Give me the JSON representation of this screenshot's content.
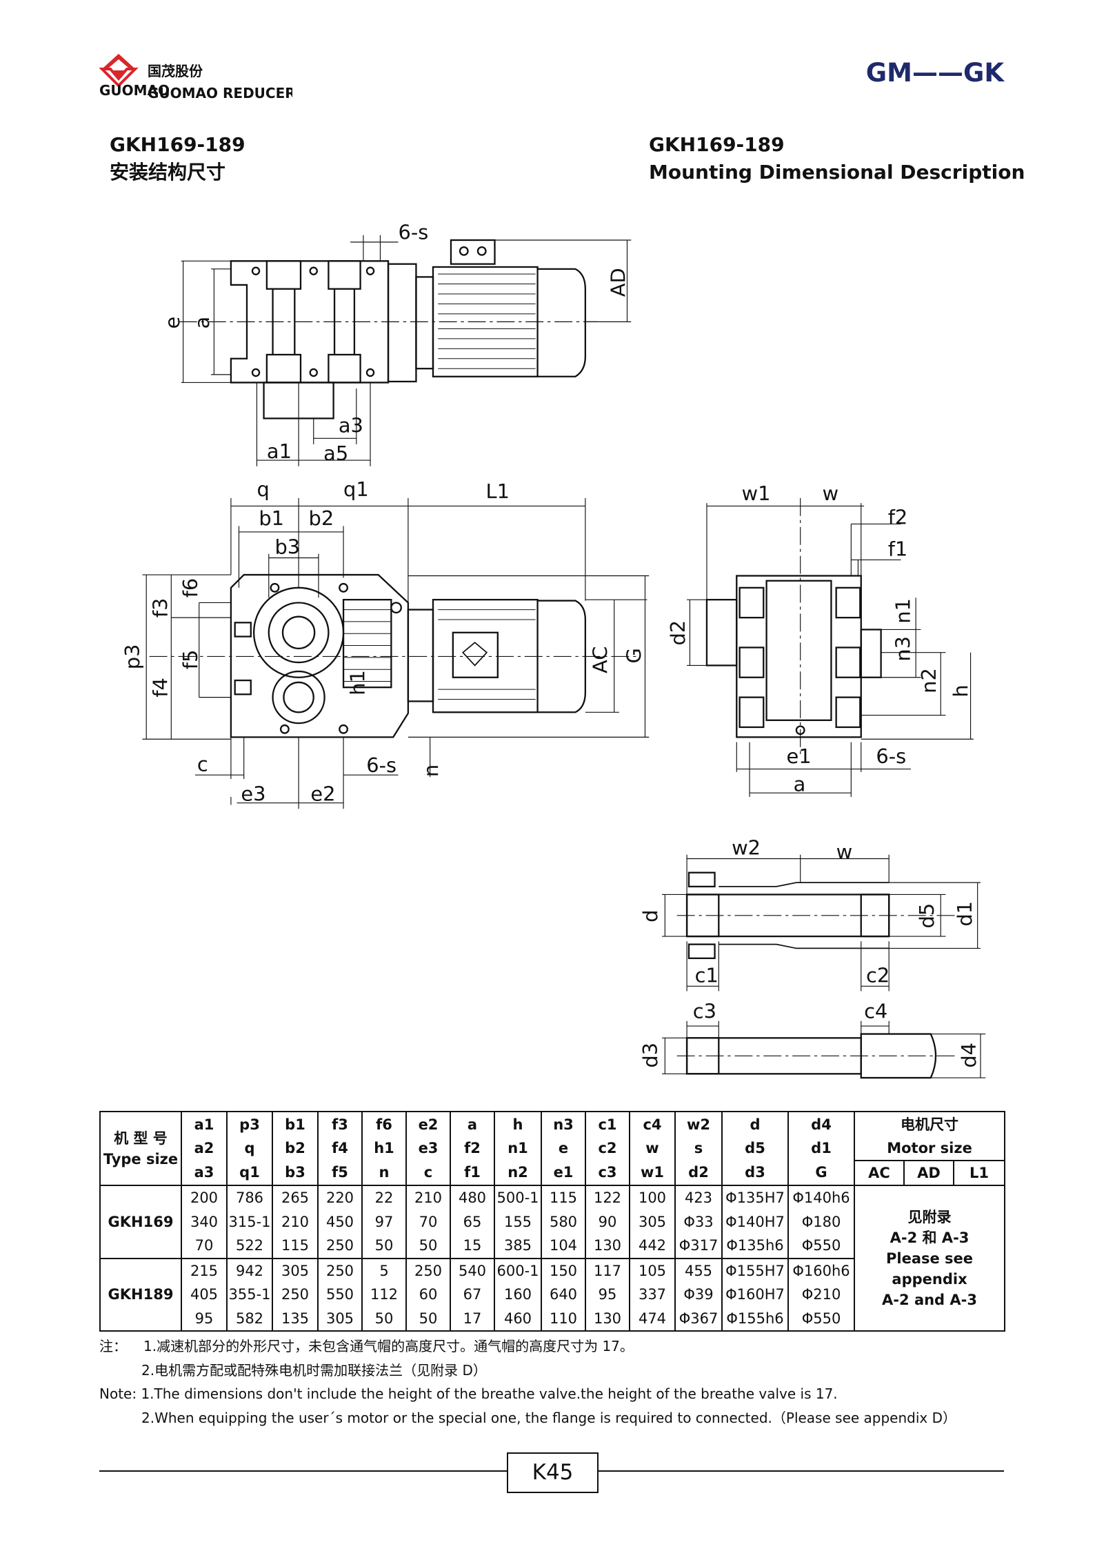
{
  "header": {
    "logo_text_cn": "国茂股份",
    "logo_text_en": "GUOMAO REDUCER",
    "logo_mark_text": "GUOMAO",
    "series": "GM——GK"
  },
  "titles": {
    "left_model": "GKH169-189",
    "left_desc": "安装结构尺寸",
    "right_model": "GKH169-189",
    "right_desc": "Mounting Dimensional Description"
  },
  "drawing_labels": {
    "top": {
      "s6": "6-s",
      "AD": "AD",
      "e": "e",
      "a": "a",
      "a3": "a3",
      "a1": "a1",
      "a5": "a5"
    },
    "front": {
      "q": "q",
      "q1": "q1",
      "L1": "L1",
      "b1": "b1",
      "b2": "b2",
      "b3": "b3",
      "f3": "f3",
      "f6": "f6",
      "p3": "p3",
      "f5": "f5",
      "f4": "f4",
      "h1": "h1",
      "AC": "AC",
      "G": "G",
      "c": "c",
      "s6": "6-s",
      "n": "n",
      "e3": "e3",
      "e2": "e2"
    },
    "side": {
      "w1": "w1",
      "w": "w",
      "f2": "f2",
      "f1": "f1",
      "d2": "d2",
      "n1": "n1",
      "n3": "n3",
      "n2": "n2",
      "h": "h",
      "e1": "e1",
      "s6": "6-s",
      "a": "a"
    },
    "shaft": {
      "w2": "w2",
      "w": "w",
      "d": "d",
      "d5": "d5",
      "d1": "d1",
      "c1": "c1",
      "c2": "c2",
      "c3": "c3",
      "c4": "c4",
      "d3": "d3",
      "d4": "d4"
    }
  },
  "table": {
    "type_header": [
      "机 型 号",
      "Type size"
    ],
    "columns": [
      [
        "a1",
        "a2",
        "a3"
      ],
      [
        "p3",
        "q",
        "q1"
      ],
      [
        "b1",
        "b2",
        "b3"
      ],
      [
        "f3",
        "f4",
        "f5"
      ],
      [
        "f6",
        "h1",
        "n"
      ],
      [
        "e2",
        "e3",
        "c"
      ],
      [
        "a",
        "f2",
        "f1"
      ],
      [
        "h",
        "n1",
        "n2"
      ],
      [
        "n3",
        "e",
        "e1"
      ],
      [
        "c1",
        "c2",
        "c3"
      ],
      [
        "c4",
        "w",
        "w1"
      ],
      [
        "w2",
        "s",
        "d2"
      ],
      [
        "d",
        "d5",
        "d3"
      ],
      [
        "d4",
        "d1",
        "G"
      ]
    ],
    "motor_header": [
      "电机尺寸",
      "Motor size"
    ],
    "motor_cols": [
      "AC",
      "AD",
      "L1"
    ],
    "motor_note": [
      "见附录",
      "A-2 和 A-3",
      "Please see appendix",
      "A-2 and A-3"
    ],
    "rows": [
      {
        "type": "GKH169",
        "cells": [
          [
            "200",
            "340",
            "70"
          ],
          [
            "786",
            "315-1",
            "522"
          ],
          [
            "265",
            "210",
            "115"
          ],
          [
            "220",
            "450",
            "250"
          ],
          [
            "22",
            "97",
            "50"
          ],
          [
            "210",
            "70",
            "50"
          ],
          [
            "480",
            "65",
            "15"
          ],
          [
            "500-1",
            "155",
            "385"
          ],
          [
            "115",
            "580",
            "104"
          ],
          [
            "122",
            "90",
            "130"
          ],
          [
            "100",
            "305",
            "442"
          ],
          [
            "423",
            "Φ33",
            "Φ317"
          ],
          [
            "Φ135H7",
            "Φ140H7",
            "Φ135h6"
          ],
          [
            "Φ140h6",
            "Φ180",
            "Φ550"
          ]
        ]
      },
      {
        "type": "GKH189",
        "cells": [
          [
            "215",
            "405",
            "95"
          ],
          [
            "942",
            "355-1",
            "582"
          ],
          [
            "305",
            "250",
            "135"
          ],
          [
            "250",
            "550",
            "305"
          ],
          [
            "5",
            "112",
            "50"
          ],
          [
            "250",
            "60",
            "50"
          ],
          [
            "540",
            "67",
            "17"
          ],
          [
            "600-1",
            "160",
            "460"
          ],
          [
            "150",
            "640",
            "110"
          ],
          [
            "117",
            "95",
            "130"
          ],
          [
            "105",
            "337",
            "474"
          ],
          [
            "455",
            "Φ39",
            "Φ367"
          ],
          [
            "Φ155H7",
            "Φ160H7",
            "Φ155h6"
          ],
          [
            "Φ160h6",
            "Φ210",
            "Φ550"
          ]
        ]
      }
    ]
  },
  "notes": {
    "cn_label": "注：",
    "cn1": "1.减速机部分的外形尺寸，未包含通气帽的高度尺寸。通气帽的高度尺寸为 17。",
    "cn2": "2.电机需方配或配特殊电机时需加联接法兰（见附录 D）",
    "en1": "Note: 1.The dimensions don't include the height of the breathe valve.the height of the breathe valve is 17.",
    "en2": "2.When equipping the user´s motor or the special one, the flange is required to connected.（Please see appendix D）"
  },
  "footer": {
    "page": "K45"
  },
  "colors": {
    "brand_blue": "#1f2a6b",
    "brand_red": "#d9262c"
  }
}
